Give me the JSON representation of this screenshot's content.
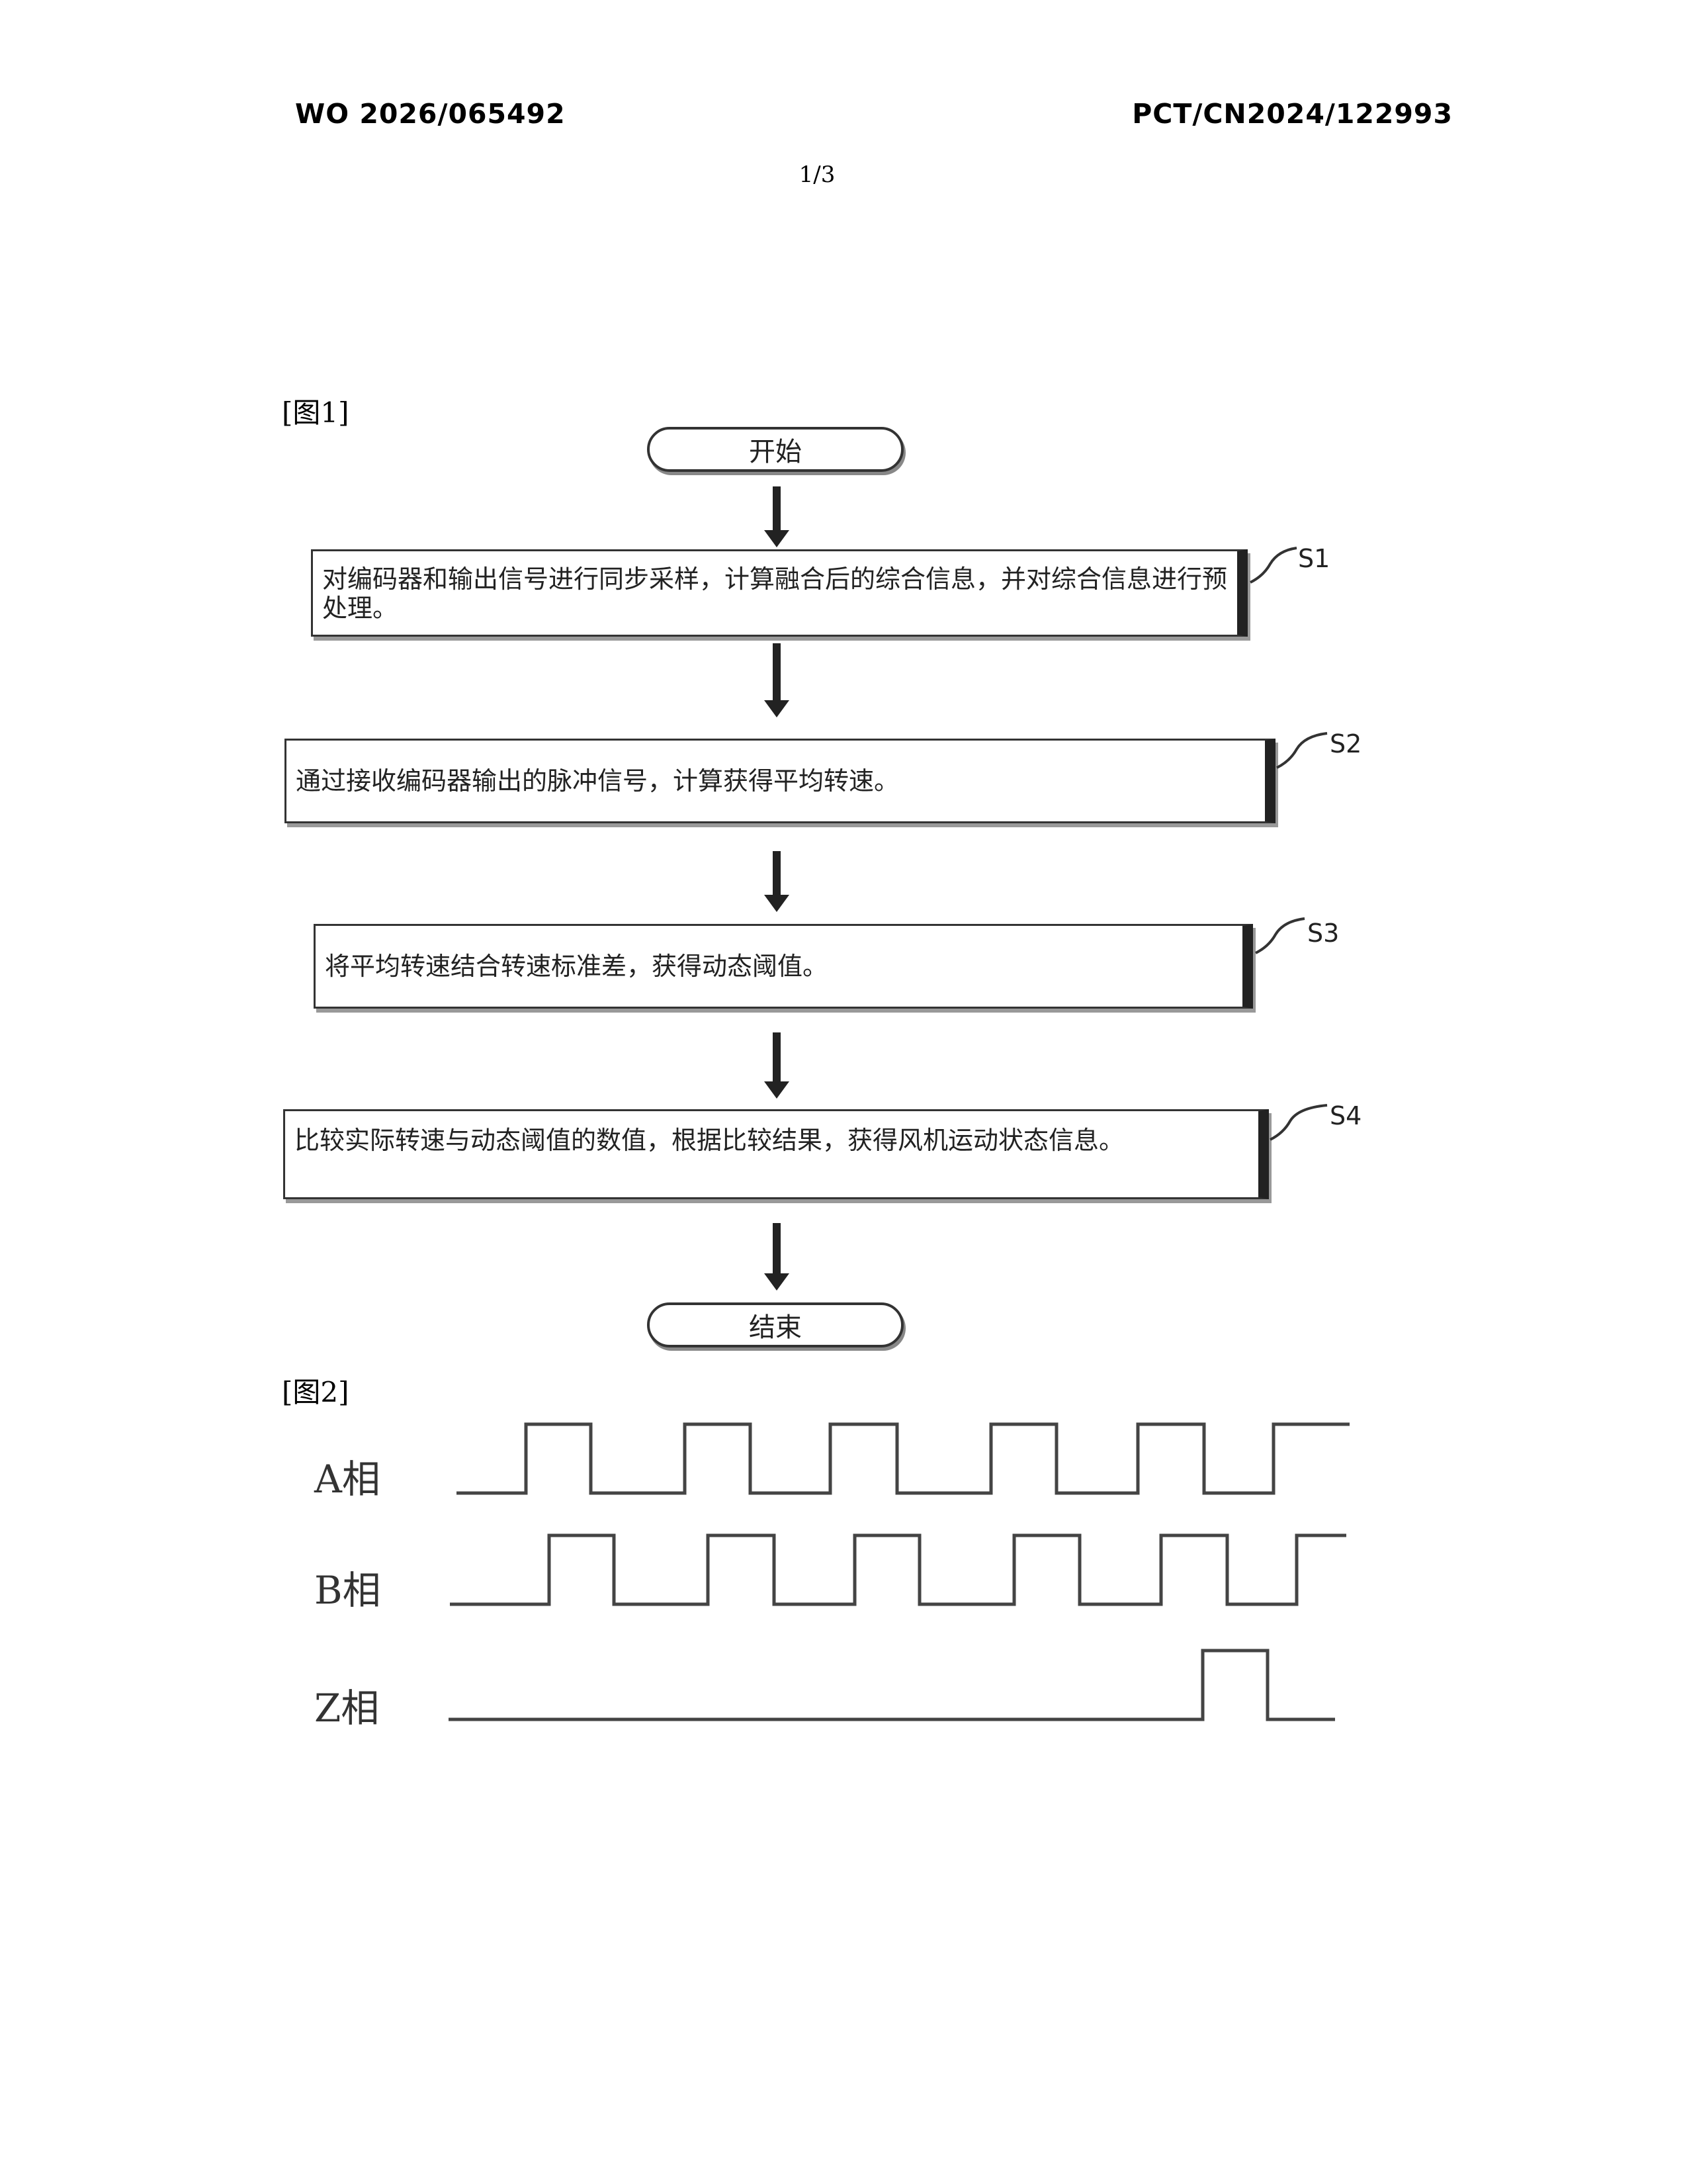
{
  "header": {
    "publication_number": "WO 2026/065492",
    "application_number": "PCT/CN2024/122993"
  },
  "page_number": "1/3",
  "figure1": {
    "label": "[图1]",
    "start": "开始",
    "end": "结束",
    "steps": [
      {
        "tag": "S1",
        "text": "对编码器和输出信号进行同步采样，计算融合后的综合信息，并对综合信息进行预处理。"
      },
      {
        "tag": "S2",
        "text": "通过接收编码器输出的脉冲信号，计算获得平均转速。"
      },
      {
        "tag": "S3",
        "text": "将平均转速结合转速标准差，获得动态阈值。"
      },
      {
        "tag": "S4",
        "text": "比较实际转速与动态阈值的数值，根据比较结果，获得风机运动状态信息。"
      }
    ]
  },
  "figure2": {
    "label": "[图2]",
    "phases": [
      {
        "name": "A相"
      },
      {
        "name": "B相"
      },
      {
        "name": "Z相"
      }
    ]
  }
}
